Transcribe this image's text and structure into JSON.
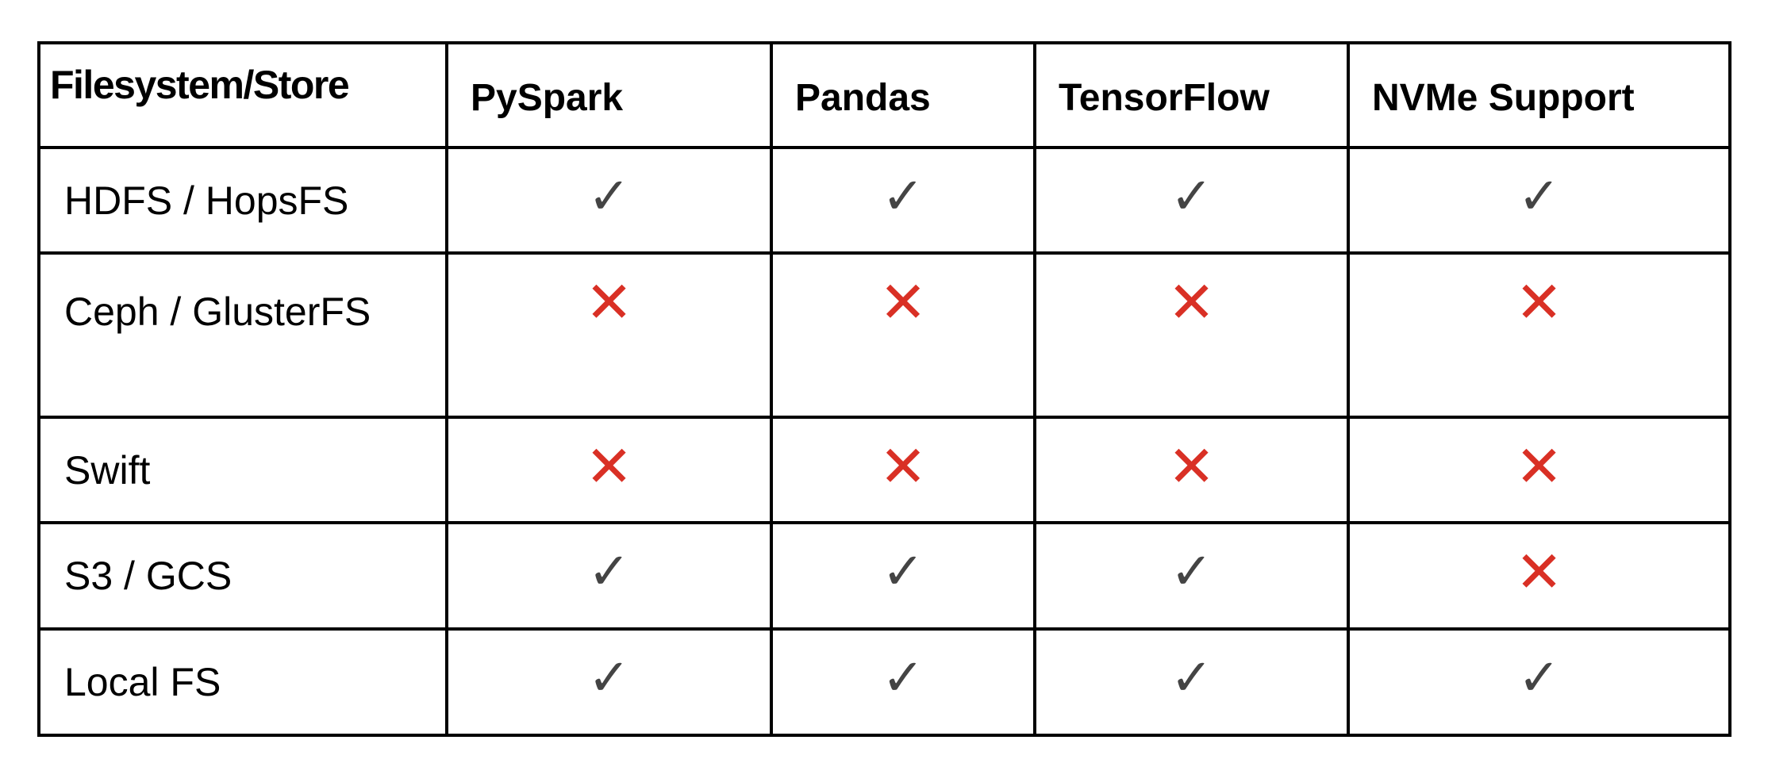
{
  "headers": [
    "Filesystem/Store",
    "PySpark",
    "Pandas",
    "TensorFlow",
    "NVMe Support"
  ],
  "rows": [
    {
      "label": "HDFS / HopsFS",
      "values": [
        "check",
        "check",
        "check",
        "check"
      ]
    },
    {
      "label": "Ceph / GlusterFS",
      "values": [
        "cross",
        "cross",
        "cross",
        "cross"
      ]
    },
    {
      "label": "Swift",
      "values": [
        "cross",
        "cross",
        "cross",
        "cross"
      ]
    },
    {
      "label": "S3 / GCS",
      "values": [
        "check",
        "check",
        "check",
        "cross"
      ]
    },
    {
      "label": "Local FS",
      "values": [
        "check",
        "check",
        "check",
        "check"
      ]
    }
  ],
  "icons": {
    "check": "✓",
    "cross": "✕"
  },
  "colors": {
    "check": "#444444",
    "cross": "#d93025"
  }
}
